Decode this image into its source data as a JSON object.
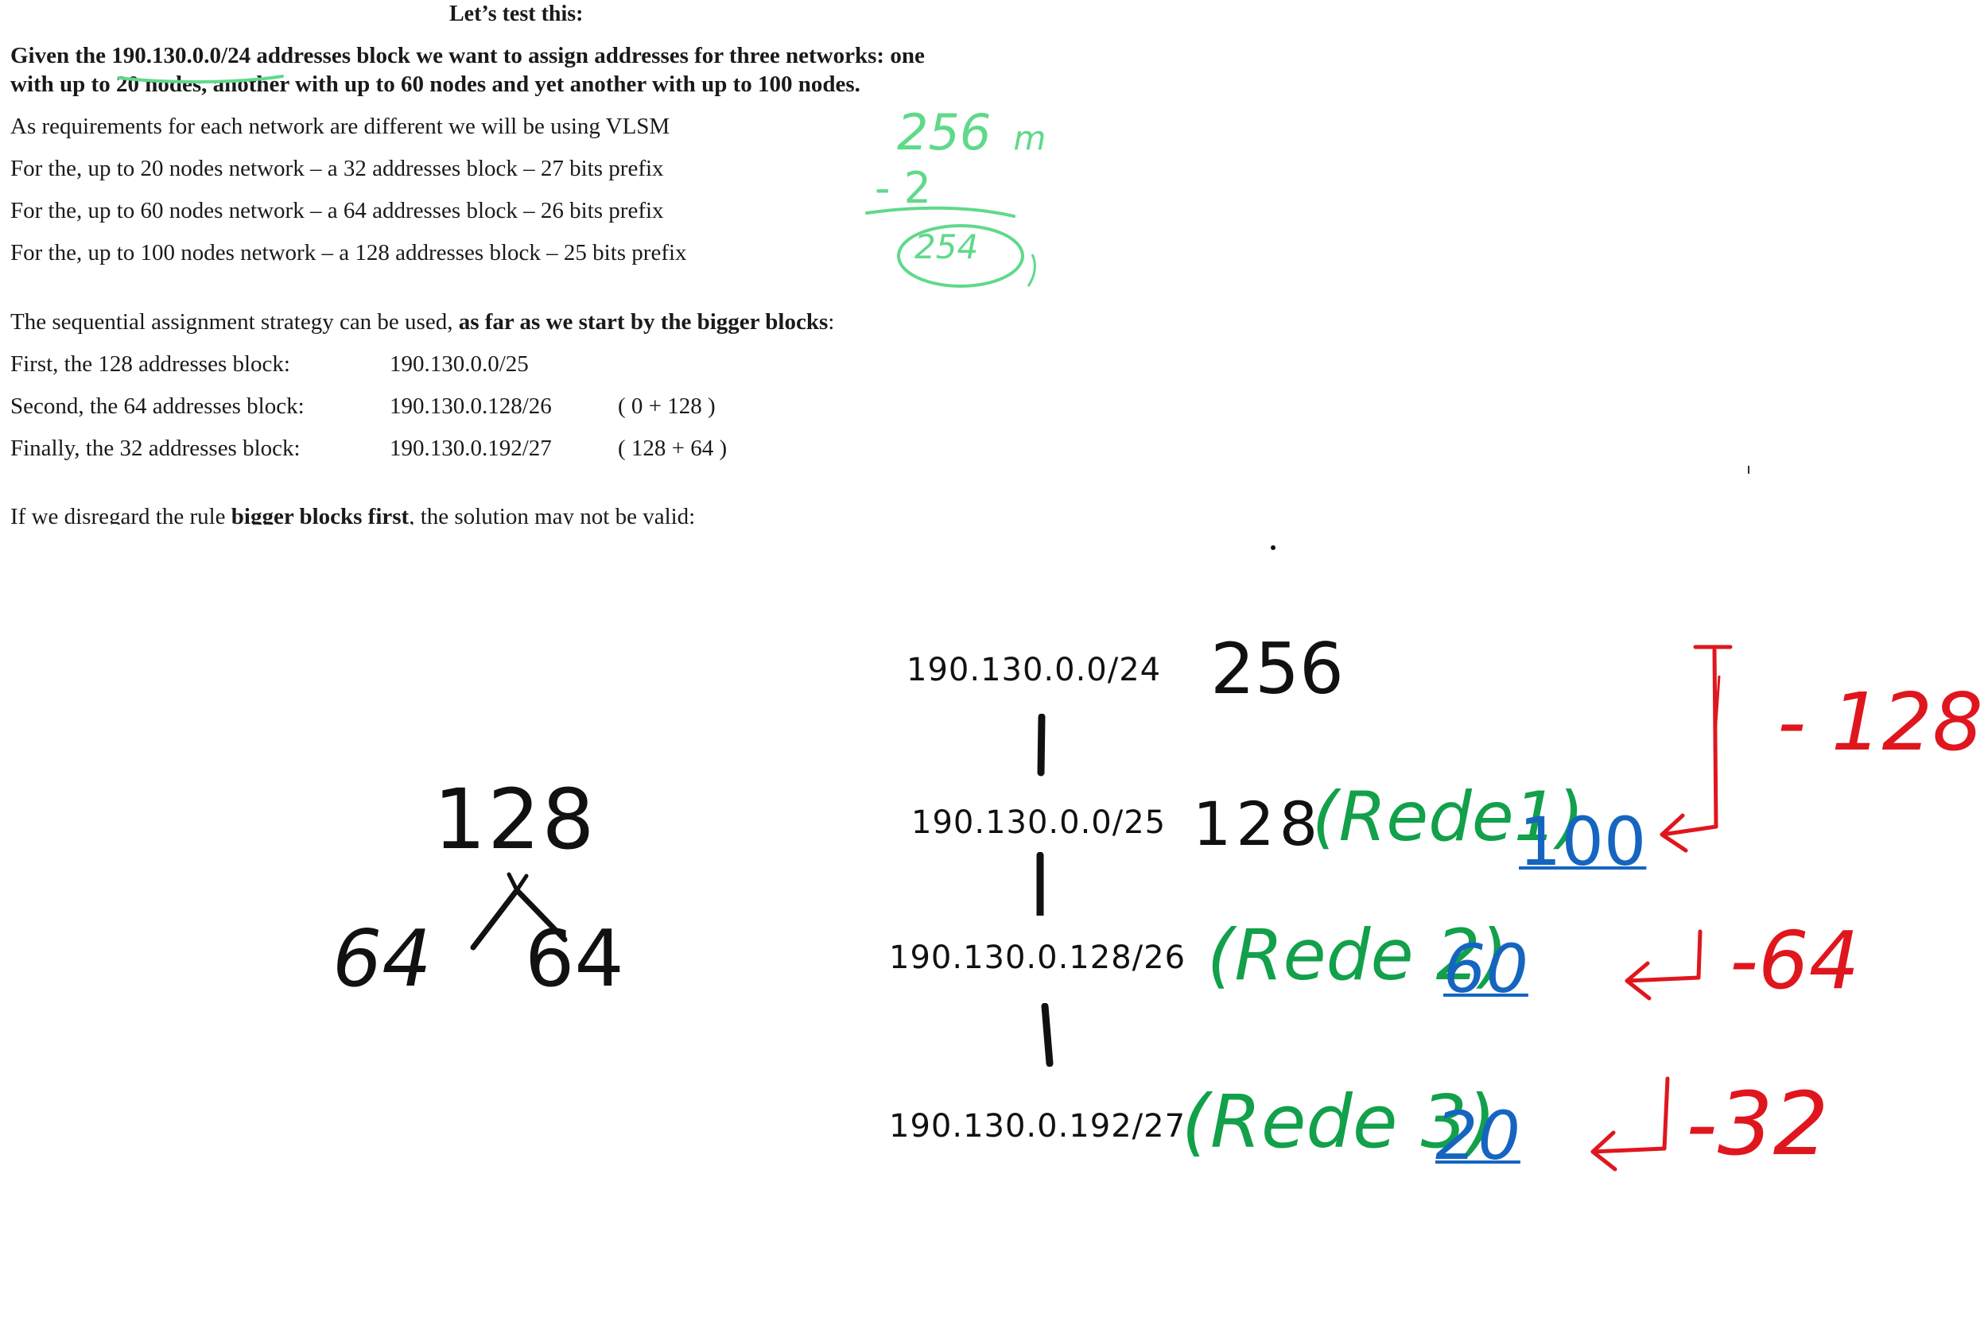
{
  "document": {
    "title": "Let’s test this:",
    "given_line1_a": "Given the ",
    "given_line1_ip": "190.130.0.0/24",
    "given_line1_b": " addresses block we want to assign addresses for three networks: one",
    "given_line2": "with up to 20 nodes, another with up to 60 nodes and yet another with up to 100 nodes.",
    "vlsm_line": "As requirements for each network are different we will be using VLSM",
    "req_lines": [
      "For the, up to 20 nodes network – a 32 addresses block – 27 bits prefix",
      "For the, up to 60 nodes network – a 64 addresses block – 26 bits prefix",
      "For the, up to 100 nodes network – a 128 addresses block – 25 bits prefix"
    ],
    "strategy_a": "The sequential assignment strategy can be used, ",
    "strategy_bold": "as far as we start by the bigger blocks",
    "strategy_end": ":",
    "assignments": [
      {
        "label": "First, the 128 addresses block:",
        "block": "190.130.0.0/25",
        "note": ""
      },
      {
        "label": "Second, the 64 addresses block:",
        "block": "190.130.0.128/26",
        "note": "( 0 + 128 )"
      },
      {
        "label": "Finally, the 32 addresses block:",
        "block": "190.130.0.192/27",
        "note": "( 128 + 64 )"
      }
    ],
    "disregard_a": "If we disregard the rule ",
    "disregard_bold": "bigger blocks first",
    "disregard_b": ", the solution may not be valid:"
  },
  "margin_notes": {
    "top": "256",
    "top_suffix": "m",
    "minus": "- 2",
    "result": "254"
  },
  "tree": {
    "root": "128",
    "left": "64",
    "right": "64"
  },
  "subnets": [
    {
      "ip": "190.130.0.0/24",
      "size": "256",
      "rede": "",
      "hosts": "",
      "minus": ""
    },
    {
      "ip": "190.130.0.0/25",
      "size": "128",
      "rede": "(Rede1)",
      "hosts": "100",
      "minus": "- 128"
    },
    {
      "ip": "190.130.0.128/26",
      "size": "",
      "rede": "(Rede 2)",
      "hosts": "60",
      "minus": "-64"
    },
    {
      "ip": "190.130.0.192/27",
      "size": "",
      "rede": "(Rede 3)",
      "hosts": "20",
      "minus": "-32"
    }
  ],
  "colors": {
    "pen_black": "#111111",
    "pen_green": "#12a04a",
    "pen_light_green": "#5fd98a",
    "pen_blue": "#1565c0",
    "pen_red": "#e0161e"
  }
}
